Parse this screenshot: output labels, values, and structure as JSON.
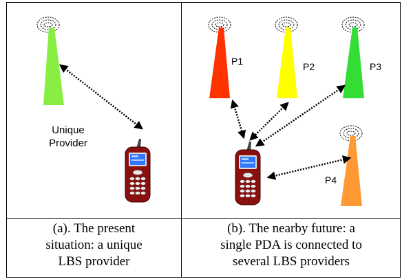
{
  "panel_a": {
    "provider_label_line1": "Unique",
    "provider_label_line2": "Provider",
    "caption": [
      "(a). The present",
      "situation: a unique",
      "LBS provider"
    ]
  },
  "panel_b": {
    "providers": [
      {
        "label": "P1",
        "color": "#ff3300"
      },
      {
        "label": "P2",
        "color": "#ffff00"
      },
      {
        "label": "P3",
        "color": "#33dd33"
      },
      {
        "label": "P4",
        "color": "#ff9933"
      }
    ],
    "caption": [
      "(b). The nearby future: a",
      "single PDA is connected to",
      "several LBS providers"
    ]
  },
  "colors": {
    "unique_provider": "#88ee44",
    "phone_body": "#8a1010",
    "phone_screen": "#3377ff",
    "border": "#000000"
  }
}
